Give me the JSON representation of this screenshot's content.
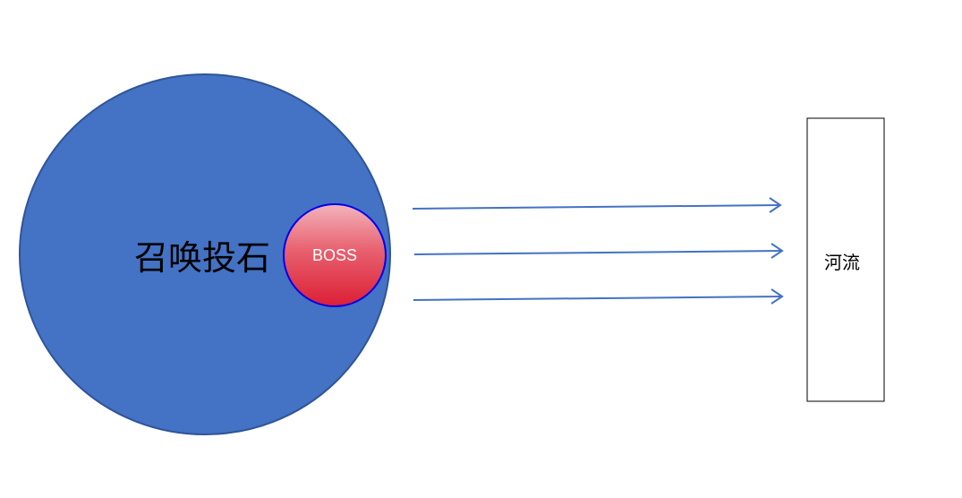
{
  "diagram": {
    "area_label": "召唤投石",
    "boss_label": "BOSS",
    "river_label": "河流",
    "colors": {
      "area_fill": "#4472c4",
      "area_stroke": "#2f5597",
      "boss_fill_top": "#f2b4bd",
      "boss_fill_bottom": "#dc1e35",
      "boss_stroke": "#0000ee",
      "arrow": "#4472c4",
      "river_stroke": "#000000"
    },
    "arrows": [
      {
        "id": "arrow-top"
      },
      {
        "id": "arrow-middle"
      },
      {
        "id": "arrow-bottom"
      }
    ]
  }
}
